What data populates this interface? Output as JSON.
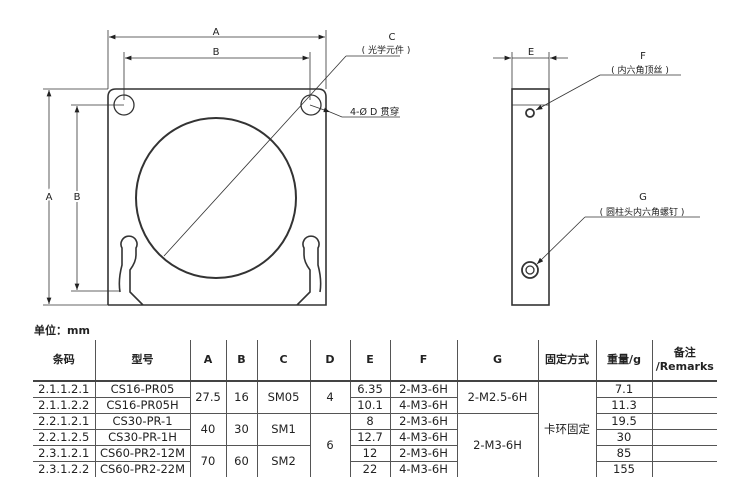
{
  "drawing": {
    "front_view": {
      "dim_a": "A",
      "dim_b": "B",
      "label_c": "C",
      "label_c_note": "( 光学元件 )",
      "label_holes": "4-Ø D 贯穿"
    },
    "side_view": {
      "dim_e": "E",
      "label_f": "F",
      "label_f_note": "( 内六角顶丝 )",
      "label_g": "G",
      "label_g_note": "( 圆柱头内六角螺钉 )"
    }
  },
  "unit_label": "单位：mm",
  "table": {
    "headers": [
      "条码",
      "型号",
      "A",
      "B",
      "C",
      "D",
      "E",
      "F",
      "G",
      "固定方式",
      "重量/g",
      "备注\n/Remarks"
    ],
    "header_remarks_line1": "备注",
    "header_remarks_line2": "/Remarks",
    "rows": [
      {
        "code": "2.1.1.2.1",
        "model": "CS16-PR05",
        "E": "6.35",
        "F": "2-M3-6H",
        "weight": "7.1"
      },
      {
        "code": "2.1.1.2.2",
        "model": "CS16-PR05H",
        "E": "10.1",
        "F": "4-M3-6H",
        "weight": "11.3"
      },
      {
        "code": "2.2.1.2.1",
        "model": "CS30-PR-1",
        "E": "8",
        "F": "2-M3-6H",
        "weight": "19.5"
      },
      {
        "code": "2.2.1.2.5",
        "model": "CS30-PR-1H",
        "E": "12.7",
        "F": "4-M3-6H",
        "weight": "30"
      },
      {
        "code": "2.3.1.2.1",
        "model": "CS60-PR2-12M",
        "E": "12",
        "F": "2-M3-6H",
        "weight": "85"
      },
      {
        "code": "2.3.1.2.2",
        "model": "CS60-PR2-22M",
        "E": "22",
        "F": "4-M3-6H",
        "weight": "155"
      }
    ],
    "groups": [
      {
        "A": "27.5",
        "B": "16",
        "C": "SM05"
      },
      {
        "A": "40",
        "B": "30",
        "C": "SM1"
      },
      {
        "A": "70",
        "B": "60",
        "C": "SM2"
      }
    ],
    "D_values": [
      "4",
      "6"
    ],
    "G_values": [
      "2-M2.5-6H",
      "2-M3-6H"
    ],
    "mount": "卡环固定"
  }
}
